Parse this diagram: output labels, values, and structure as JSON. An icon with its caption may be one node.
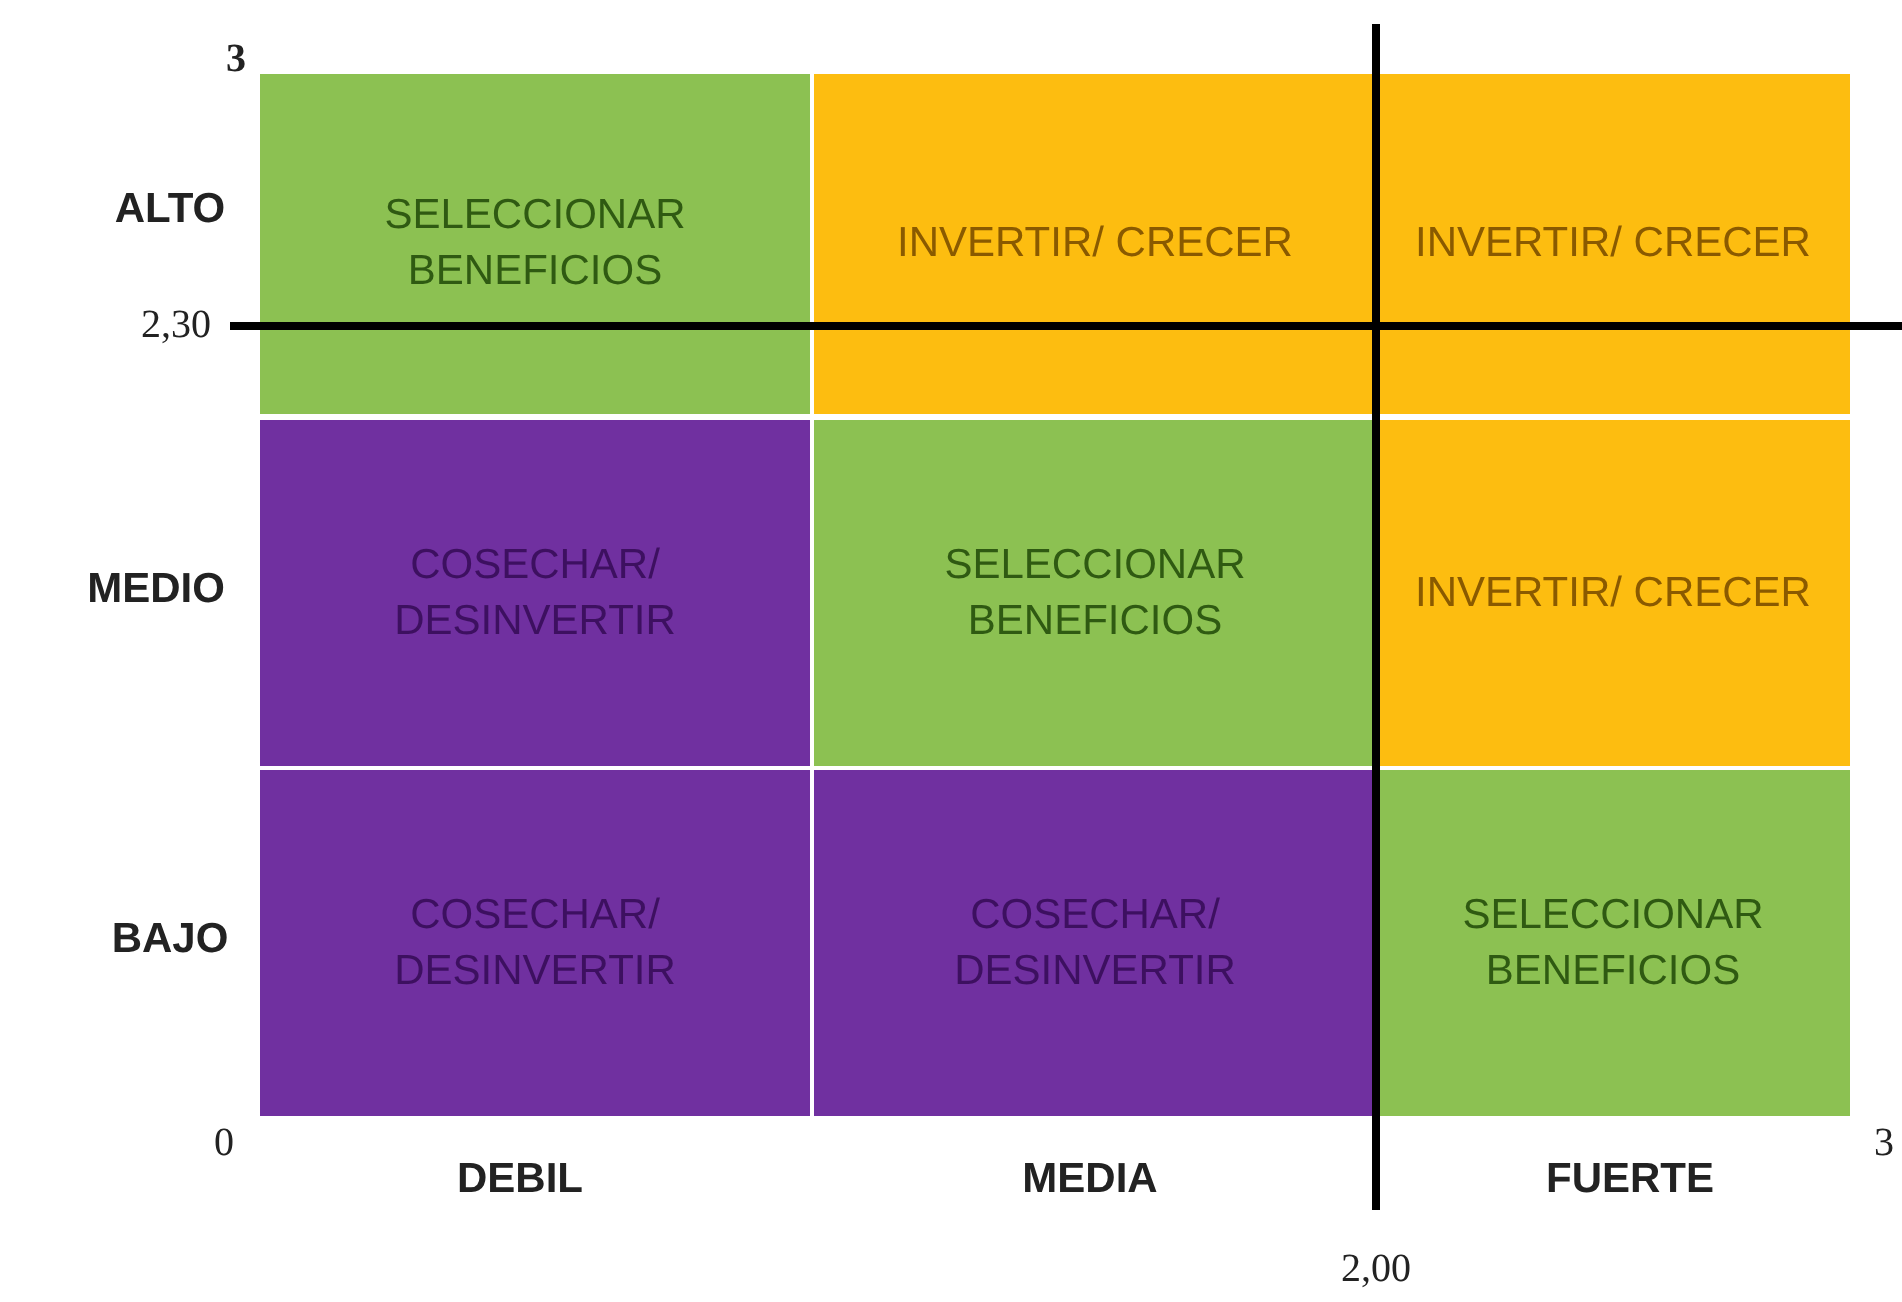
{
  "diagram": {
    "nodes": [
      {
        "text": [
          "SELECCIONAR BENEFICIOS"
        ]
      },
      {
        "text": [
          "INVERTIR/ CRECER"
        ]
      },
      {
        "text": [
          "INVERTIR/ CRECER"
        ]
      },
      {
        "text": [
          "COSECHAR/ DESINVERTIR"
        ]
      },
      {
        "text": [
          "SELECCIONAR BENEFICIOS"
        ]
      },
      {
        "text": [
          "INVERTIR/ CRECER"
        ]
      },
      {
        "text": [
          "COSECHAR/ DESINVERTIR"
        ]
      },
      {
        "text": [
          "COSECHAR/ DESINVERTIR"
        ]
      },
      {
        "text": [
          "SELECCIONAR BENEFICIOS"
        ]
      }
    ],
    "labels": [
      "3",
      "ALTO",
      "2,30",
      "MEDIO",
      "BAJO",
      "0",
      "DEBIL",
      "MEDIA",
      "FUERTE",
      "3",
      "2,00"
    ]
  }
}
